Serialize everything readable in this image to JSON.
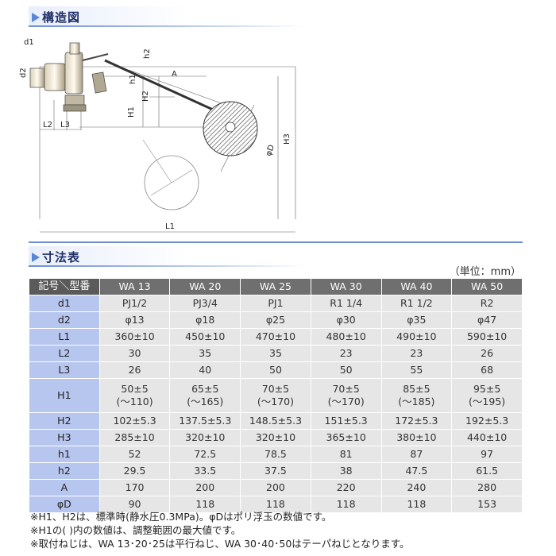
{
  "section1": {
    "title": "構造図"
  },
  "diagram": {
    "labels": {
      "d1": "d1",
      "d2": "d2",
      "h1": "h1",
      "h2": "h2",
      "A": "A",
      "H1": "H1",
      "H2": "H2",
      "H3": "H3",
      "L1": "L1",
      "L2": "L2",
      "L3": "L3",
      "phiD": "φD"
    }
  },
  "section2": {
    "title": "寸法表"
  },
  "unit": "（単位：mm）",
  "table": {
    "corner": "記号＼型番",
    "models": [
      "WA 13",
      "WA 20",
      "WA 25",
      "WA 30",
      "WA 40",
      "WA 50"
    ],
    "rows": [
      {
        "sym": "d1",
        "vals": [
          "PJ1/2",
          "PJ3/4",
          "PJ1",
          "R1 1/4",
          "R1 1/2",
          "R2"
        ]
      },
      {
        "sym": "d2",
        "vals": [
          "φ13",
          "φ18",
          "φ25",
          "φ30",
          "φ35",
          "φ47"
        ]
      },
      {
        "sym": "L1",
        "vals": [
          "360±10",
          "450±10",
          "470±10",
          "480±10",
          "490±10",
          "590±10"
        ]
      },
      {
        "sym": "L2",
        "vals": [
          "30",
          "35",
          "35",
          "23",
          "23",
          "26"
        ]
      },
      {
        "sym": "L3",
        "vals": [
          "26",
          "40",
          "50",
          "50",
          "55",
          "68"
        ]
      },
      {
        "sym": "H1",
        "vals": [
          "50±5",
          "65±5",
          "70±5",
          "70±5",
          "85±5",
          "95±5"
        ],
        "sub": [
          "(～110)",
          "(～165)",
          "(～170)",
          "(～170)",
          "(～185)",
          "(～195)"
        ]
      },
      {
        "sym": "H2",
        "vals": [
          "102±5.3",
          "137.5±5.3",
          "148.5±5.3",
          "151±5.3",
          "172±5.3",
          "192±5.3"
        ]
      },
      {
        "sym": "H3",
        "vals": [
          "285±10",
          "320±10",
          "320±10",
          "365±10",
          "380±10",
          "440±10"
        ]
      },
      {
        "sym": "h1",
        "vals": [
          "52",
          "72.5",
          "78.5",
          "81",
          "87",
          "97"
        ]
      },
      {
        "sym": "h2",
        "vals": [
          "29.5",
          "33.5",
          "37.5",
          "38",
          "47.5",
          "61.5"
        ]
      },
      {
        "sym": "A",
        "vals": [
          "170",
          "200",
          "200",
          "220",
          "240",
          "280"
        ]
      },
      {
        "sym": "φD",
        "vals": [
          "90",
          "118",
          "118",
          "118",
          "118",
          "153"
        ]
      }
    ]
  },
  "notes": [
    "※H1、H2は、標準時(静水圧0.3MPa)。φDはポリ浮玉の数値です。",
    "※H1の( )内の数値は、調整範囲の最大値です。",
    "※取付ねじは、WA 13･20･25は平行ねじ、WA 30･40･50はテーパねじとなります。"
  ]
}
